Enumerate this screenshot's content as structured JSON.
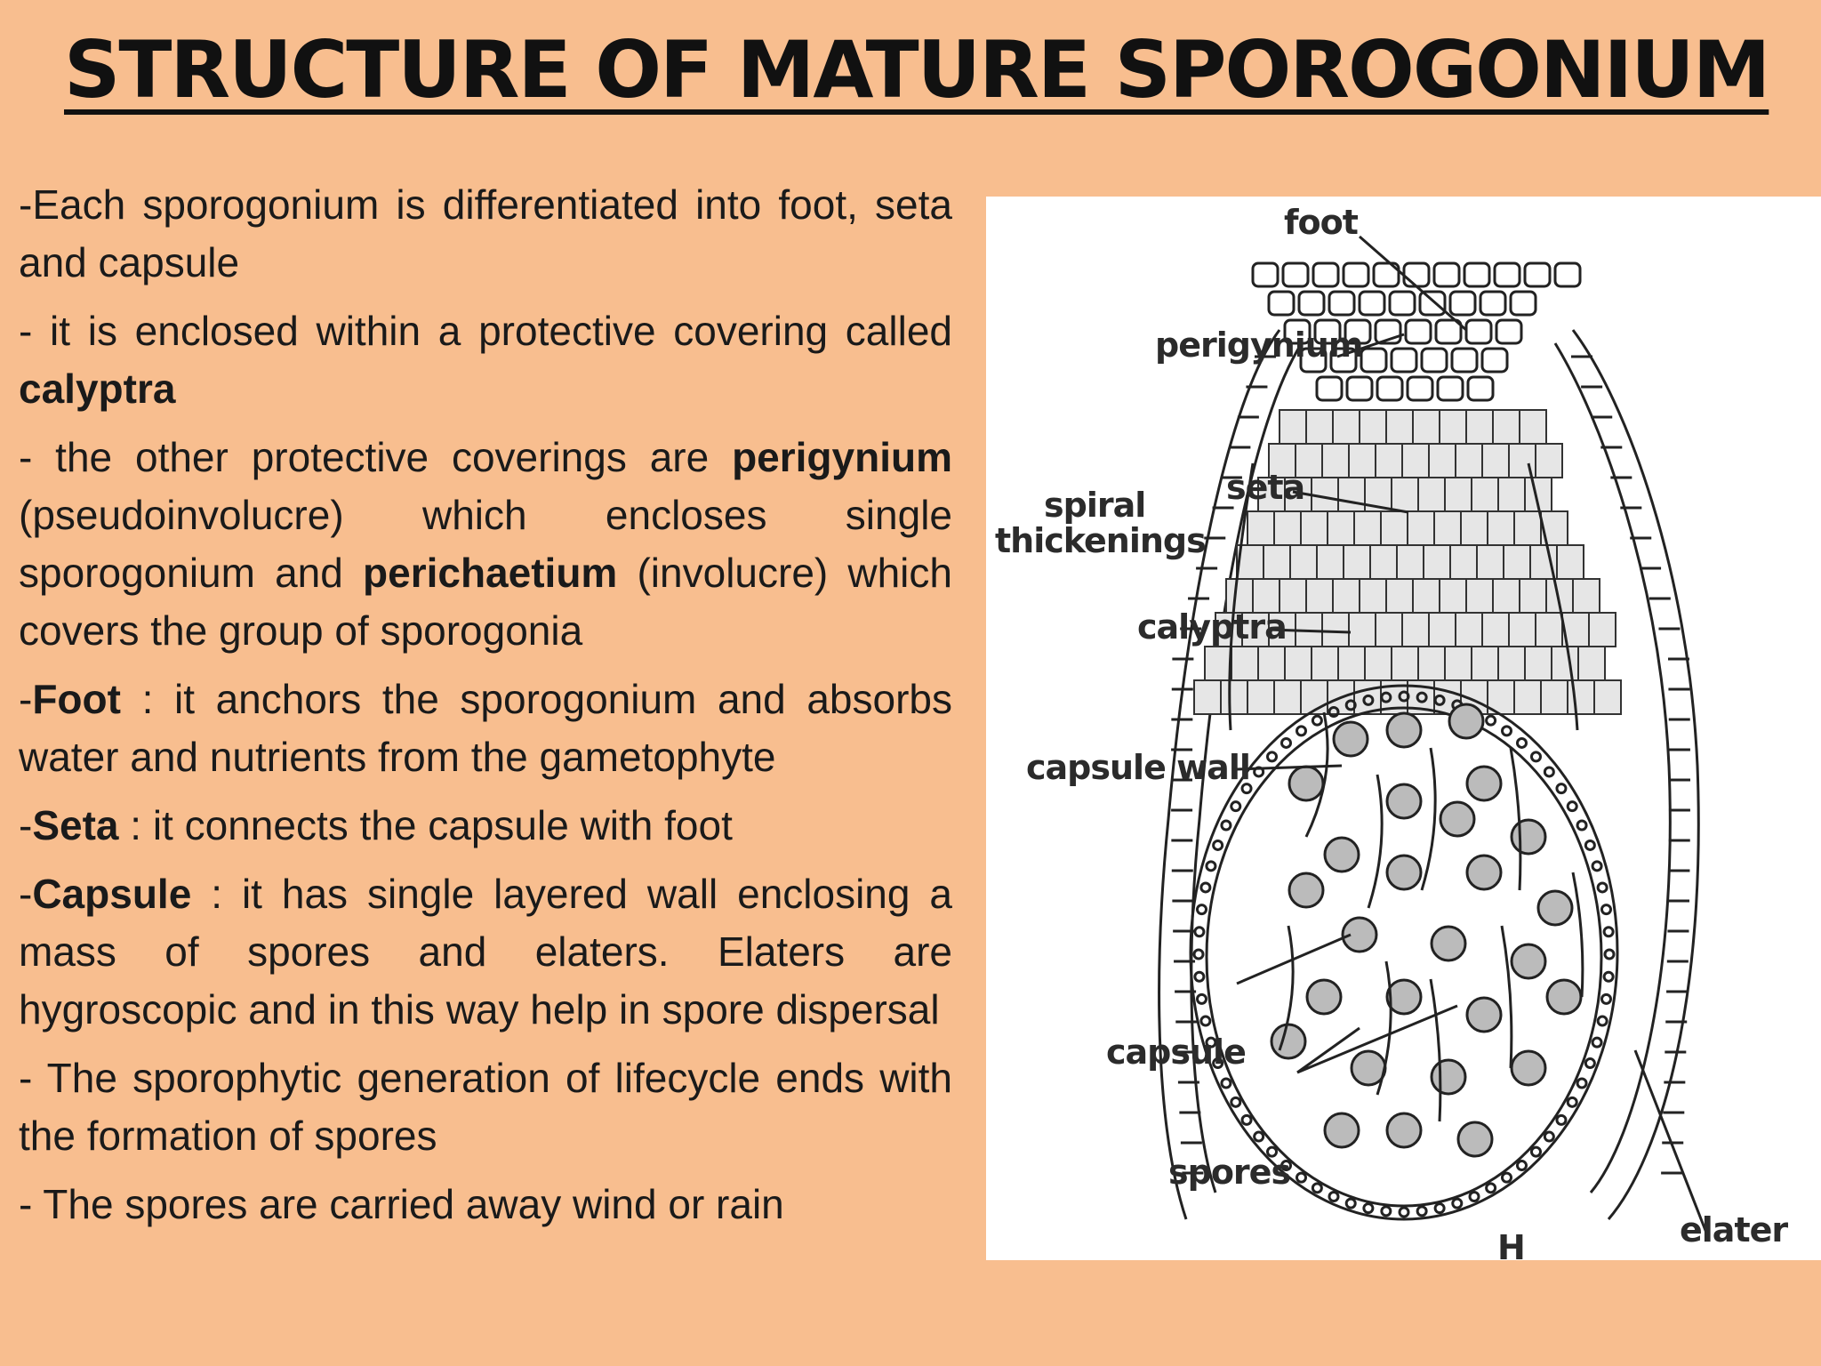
{
  "slide": {
    "title": "STRUCTURE OF MATURE SPOROGONIUM"
  },
  "paragraphs": [
    {
      "parts": [
        {
          "t": "-Each sporogonium is differentiated into foot, seta and capsule",
          "b": false
        }
      ]
    },
    {
      "parts": [
        {
          "t": "- it is enclosed within a protective covering called ",
          "b": false
        },
        {
          "t": "calyptra",
          "b": true
        }
      ]
    },
    {
      "parts": [
        {
          "t": "- the other protective coverings are ",
          "b": false
        },
        {
          "t": "perigynium",
          "b": true
        },
        {
          "t": " (pseudoinvolucre) which encloses single sporogonium and ",
          "b": false
        },
        {
          "t": "perichaetium",
          "b": true
        },
        {
          "t": " (involucre) which covers the group of sporogonia",
          "b": false
        }
      ]
    },
    {
      "parts": [
        {
          "t": "-",
          "b": false
        },
        {
          "t": "Foot",
          "b": true
        },
        {
          "t": " : it anchors the sporogonium and absorbs water and nutrients from the gametophyte",
          "b": false
        }
      ]
    },
    {
      "parts": [
        {
          "t": "-",
          "b": false
        },
        {
          "t": "Seta",
          "b": true
        },
        {
          "t": " : it connects the capsule with foot",
          "b": false
        }
      ]
    },
    {
      "parts": [
        {
          "t": "-",
          "b": false
        },
        {
          "t": "Capsule",
          "b": true
        },
        {
          "t": " : it has single layered wall enclosing a mass of spores and elaters. Elaters are hygroscopic and in this way help in spore dispersal",
          "b": false
        }
      ]
    },
    {
      "parts": [
        {
          "t": "- The sporophytic generation of lifecycle ends with the formation of spores",
          "b": false
        }
      ]
    },
    {
      "parts": [
        {
          "t": "- The spores are carried away wind or rain",
          "b": false
        }
      ]
    }
  ],
  "diagram": {
    "labels": {
      "foot": "foot",
      "perigynium": "perigynium",
      "seta": "seta",
      "spiral_1": "spiral",
      "spiral_2": "thickenings",
      "calyptra": "calyptra",
      "capsule_wall": "capsule  wall",
      "capsule": "capsule",
      "spores": "spores",
      "elater": "elater",
      "figure_letter": "H"
    }
  },
  "colors": {
    "background": "#F8BE8F",
    "text": "#1a1a1a",
    "figure_bg": "#ffffff"
  }
}
